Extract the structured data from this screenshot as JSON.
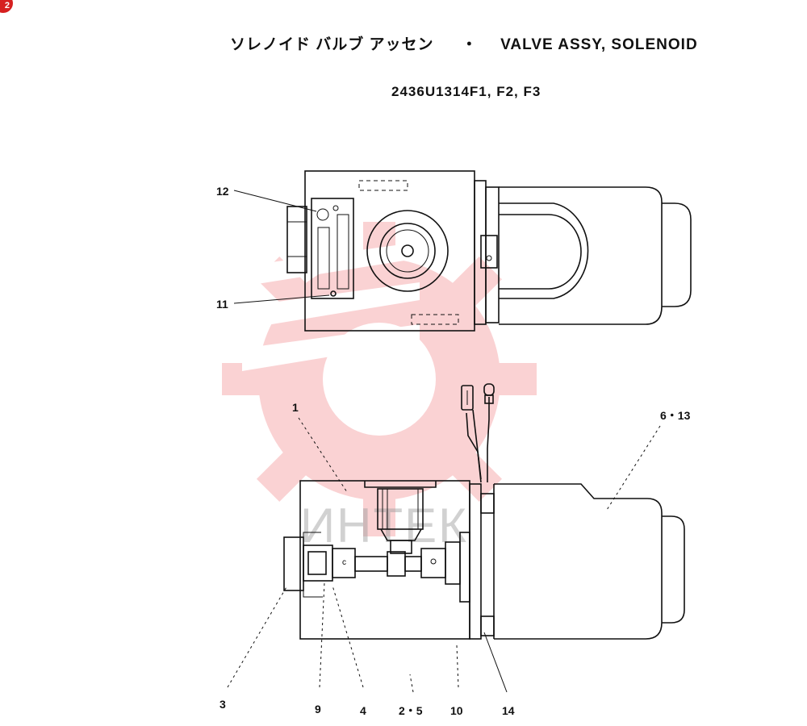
{
  "page": {
    "badge": "2"
  },
  "title": {
    "japanese": "ソレノイド バルブ アッセン",
    "separator": "・",
    "english": "VALVE ASSY, SOLENOID"
  },
  "part_numbers": "2436U1314F1, F2, F3",
  "watermark": {
    "text": "ИНТЕК",
    "color": "#e8343a"
  },
  "callouts": {
    "c1": "1",
    "c2_5": "2・5",
    "c3": "3",
    "c4": "4",
    "c6_13": "6・13",
    "c9": "9",
    "c10": "10",
    "c11": "11",
    "c12": "12",
    "c14": "14"
  }
}
